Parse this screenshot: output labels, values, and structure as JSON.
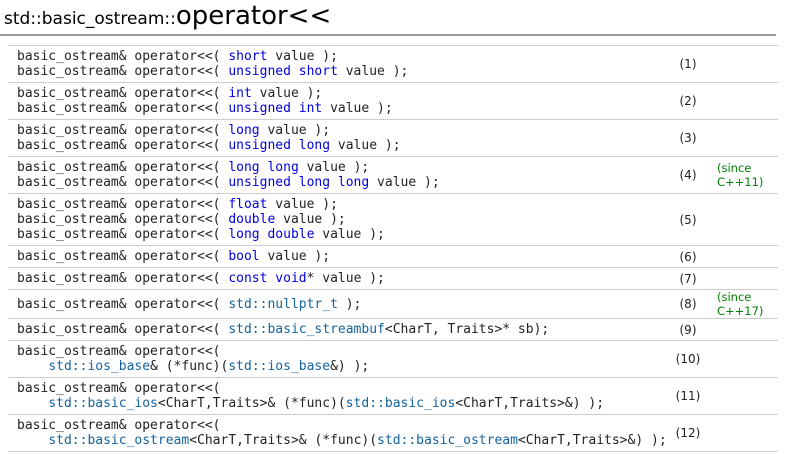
{
  "page": {
    "title_prefix": "std::basic_ostream::",
    "title_main": "operator<<"
  },
  "colors": {
    "keyword": "#0000dd",
    "type_link": "#14639e",
    "code_default": "#232323",
    "note_green": "#008000",
    "row_border": "#cccccc",
    "title_rule": "#999999"
  },
  "declarations": [
    {
      "num": "(1)",
      "note": "",
      "lines": [
        [
          {
            "text": "basic_ostream& operator<<( ",
            "kind": "plain"
          },
          {
            "text": "short",
            "kind": "keyword"
          },
          {
            "text": " value );",
            "kind": "plain"
          }
        ],
        [
          {
            "text": "basic_ostream& operator<<( ",
            "kind": "plain"
          },
          {
            "text": "unsigned short",
            "kind": "keyword"
          },
          {
            "text": " value );",
            "kind": "plain"
          }
        ]
      ]
    },
    {
      "num": "(2)",
      "note": "",
      "lines": [
        [
          {
            "text": "basic_ostream& operator<<( ",
            "kind": "plain"
          },
          {
            "text": "int",
            "kind": "keyword"
          },
          {
            "text": " value );",
            "kind": "plain"
          }
        ],
        [
          {
            "text": "basic_ostream& operator<<( ",
            "kind": "plain"
          },
          {
            "text": "unsigned int",
            "kind": "keyword"
          },
          {
            "text": " value );",
            "kind": "plain"
          }
        ]
      ]
    },
    {
      "num": "(3)",
      "note": "",
      "lines": [
        [
          {
            "text": "basic_ostream& operator<<( ",
            "kind": "plain"
          },
          {
            "text": "long",
            "kind": "keyword"
          },
          {
            "text": " value );",
            "kind": "plain"
          }
        ],
        [
          {
            "text": "basic_ostream& operator<<( ",
            "kind": "plain"
          },
          {
            "text": "unsigned long",
            "kind": "keyword"
          },
          {
            "text": " value );",
            "kind": "plain"
          }
        ]
      ]
    },
    {
      "num": "(4)",
      "note": "(since C++11)",
      "lines": [
        [
          {
            "text": "basic_ostream& operator<<( ",
            "kind": "plain"
          },
          {
            "text": "long long",
            "kind": "keyword"
          },
          {
            "text": " value );",
            "kind": "plain"
          }
        ],
        [
          {
            "text": "basic_ostream& operator<<( ",
            "kind": "plain"
          },
          {
            "text": "unsigned long long",
            "kind": "keyword"
          },
          {
            "text": " value );",
            "kind": "plain"
          }
        ]
      ]
    },
    {
      "num": "(5)",
      "note": "",
      "lines": [
        [
          {
            "text": "basic_ostream& operator<<( ",
            "kind": "plain"
          },
          {
            "text": "float",
            "kind": "keyword"
          },
          {
            "text": " value );",
            "kind": "plain"
          }
        ],
        [
          {
            "text": "basic_ostream& operator<<( ",
            "kind": "plain"
          },
          {
            "text": "double",
            "kind": "keyword"
          },
          {
            "text": " value );",
            "kind": "plain"
          }
        ],
        [
          {
            "text": "basic_ostream& operator<<( ",
            "kind": "plain"
          },
          {
            "text": "long double",
            "kind": "keyword"
          },
          {
            "text": " value );",
            "kind": "plain"
          }
        ]
      ]
    },
    {
      "num": "(6)",
      "note": "",
      "lines": [
        [
          {
            "text": "basic_ostream& operator<<( ",
            "kind": "plain"
          },
          {
            "text": "bool",
            "kind": "keyword"
          },
          {
            "text": " value );",
            "kind": "plain"
          }
        ]
      ]
    },
    {
      "num": "(7)",
      "note": "",
      "lines": [
        [
          {
            "text": "basic_ostream& operator<<( ",
            "kind": "plain"
          },
          {
            "text": "const",
            "kind": "keyword"
          },
          {
            "text": " ",
            "kind": "plain"
          },
          {
            "text": "void",
            "kind": "keyword"
          },
          {
            "text": "* value );",
            "kind": "plain"
          }
        ]
      ]
    },
    {
      "num": "(8)",
      "note": "(since C++17)",
      "lines": [
        [
          {
            "text": "basic_ostream& operator<<( ",
            "kind": "plain"
          },
          {
            "text": "std::nullptr_t",
            "kind": "link"
          },
          {
            "text": " );",
            "kind": "plain"
          }
        ]
      ]
    },
    {
      "num": "(9)",
      "note": "",
      "lines": [
        [
          {
            "text": "basic_ostream& operator<<( ",
            "kind": "plain"
          },
          {
            "text": "std::basic_streambuf",
            "kind": "link"
          },
          {
            "text": "<CharT, Traits>* sb);",
            "kind": "plain"
          }
        ]
      ]
    },
    {
      "num": "(10)",
      "note": "",
      "lines": [
        [
          {
            "text": "basic_ostream& operator<<(",
            "kind": "plain"
          }
        ],
        [
          {
            "text": "    ",
            "kind": "plain"
          },
          {
            "text": "std::ios_base",
            "kind": "link"
          },
          {
            "text": "& (*func)(",
            "kind": "plain"
          },
          {
            "text": "std::ios_base",
            "kind": "link"
          },
          {
            "text": "&) );",
            "kind": "plain"
          }
        ]
      ]
    },
    {
      "num": "(11)",
      "note": "",
      "lines": [
        [
          {
            "text": "basic_ostream& operator<<(",
            "kind": "plain"
          }
        ],
        [
          {
            "text": "    ",
            "kind": "plain"
          },
          {
            "text": "std::basic_ios",
            "kind": "link"
          },
          {
            "text": "<CharT,Traits>& (*func)(",
            "kind": "plain"
          },
          {
            "text": "std::basic_ios",
            "kind": "link"
          },
          {
            "text": "<CharT,Traits>&) );",
            "kind": "plain"
          }
        ]
      ]
    },
    {
      "num": "(12)",
      "note": "",
      "lines": [
        [
          {
            "text": "basic_ostream& operator<<(",
            "kind": "plain"
          }
        ],
        [
          {
            "text": "    ",
            "kind": "plain"
          },
          {
            "text": "std::basic_ostream",
            "kind": "link"
          },
          {
            "text": "<CharT,Traits>& (*func)(",
            "kind": "plain"
          },
          {
            "text": "std::basic_ostream",
            "kind": "link"
          },
          {
            "text": "<CharT,Traits>&) );",
            "kind": "plain"
          }
        ]
      ]
    }
  ]
}
